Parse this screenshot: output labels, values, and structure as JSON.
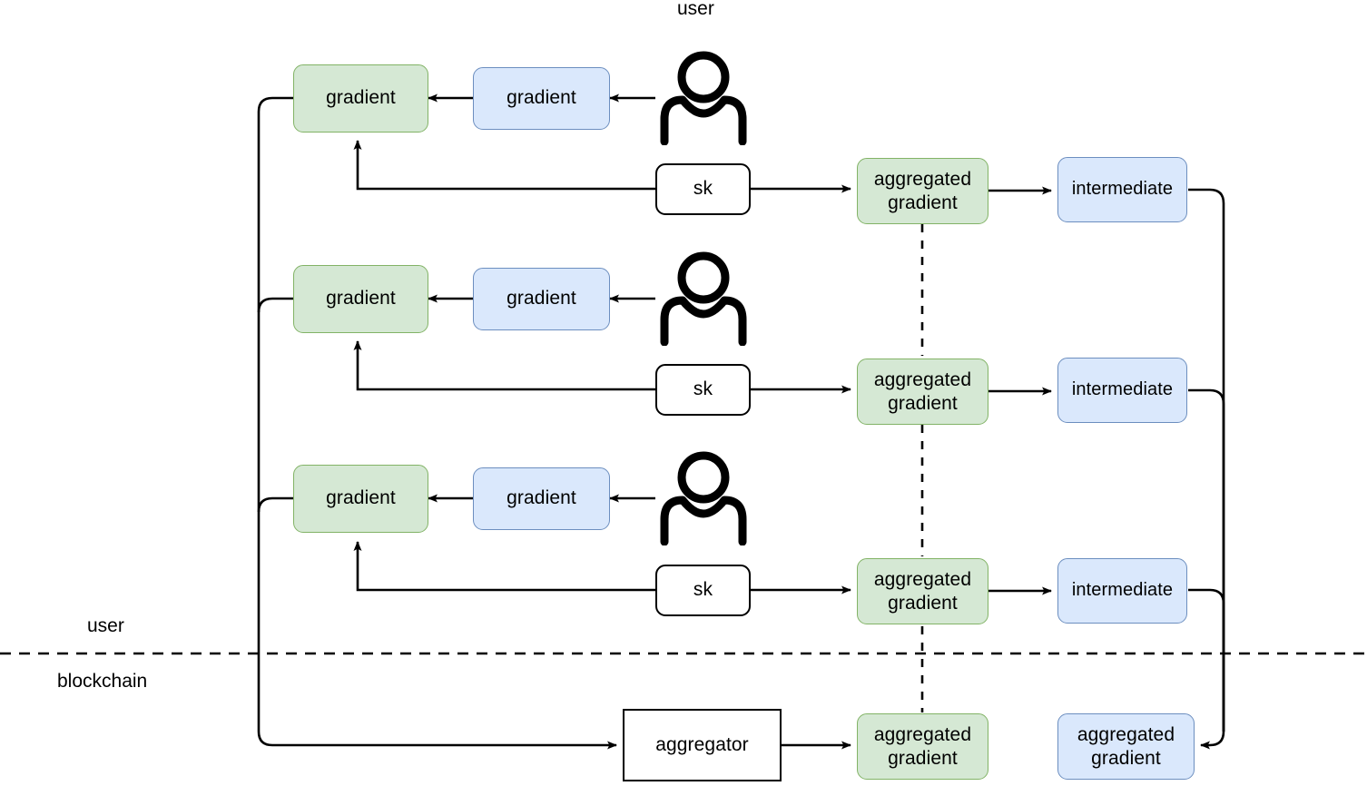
{
  "diagram": {
    "title_top": "user",
    "zone_labels": {
      "upper": "user",
      "lower": "blockchain"
    },
    "colors": {
      "green_fill": "#d5e8d4",
      "green_stroke": "#82b366",
      "blue_fill": "#dae8fc",
      "blue_stroke": "#6c8ebf",
      "white_fill": "#ffffff",
      "stroke": "#000000"
    },
    "rows": [
      {
        "user_icon": "user-icon",
        "local_gradient": "gradient",
        "shared_gradient": "gradient",
        "secret_key": "sk",
        "aggregated_gradient": "aggregated\ngradient",
        "intermediate": "intermediate"
      },
      {
        "user_icon": "user-icon",
        "local_gradient": "gradient",
        "shared_gradient": "gradient",
        "secret_key": "sk",
        "aggregated_gradient": "aggregated\ngradient",
        "intermediate": "intermediate"
      },
      {
        "user_icon": "user-icon",
        "local_gradient": "gradient",
        "shared_gradient": "gradient",
        "secret_key": "sk",
        "aggregated_gradient": "aggregated\ngradient",
        "intermediate": "intermediate"
      }
    ],
    "blockchain": {
      "aggregator": "aggregator",
      "aggregated_gradient_green": "aggregated\ngradient",
      "aggregated_gradient_blue": "aggregated\ngradient"
    }
  }
}
